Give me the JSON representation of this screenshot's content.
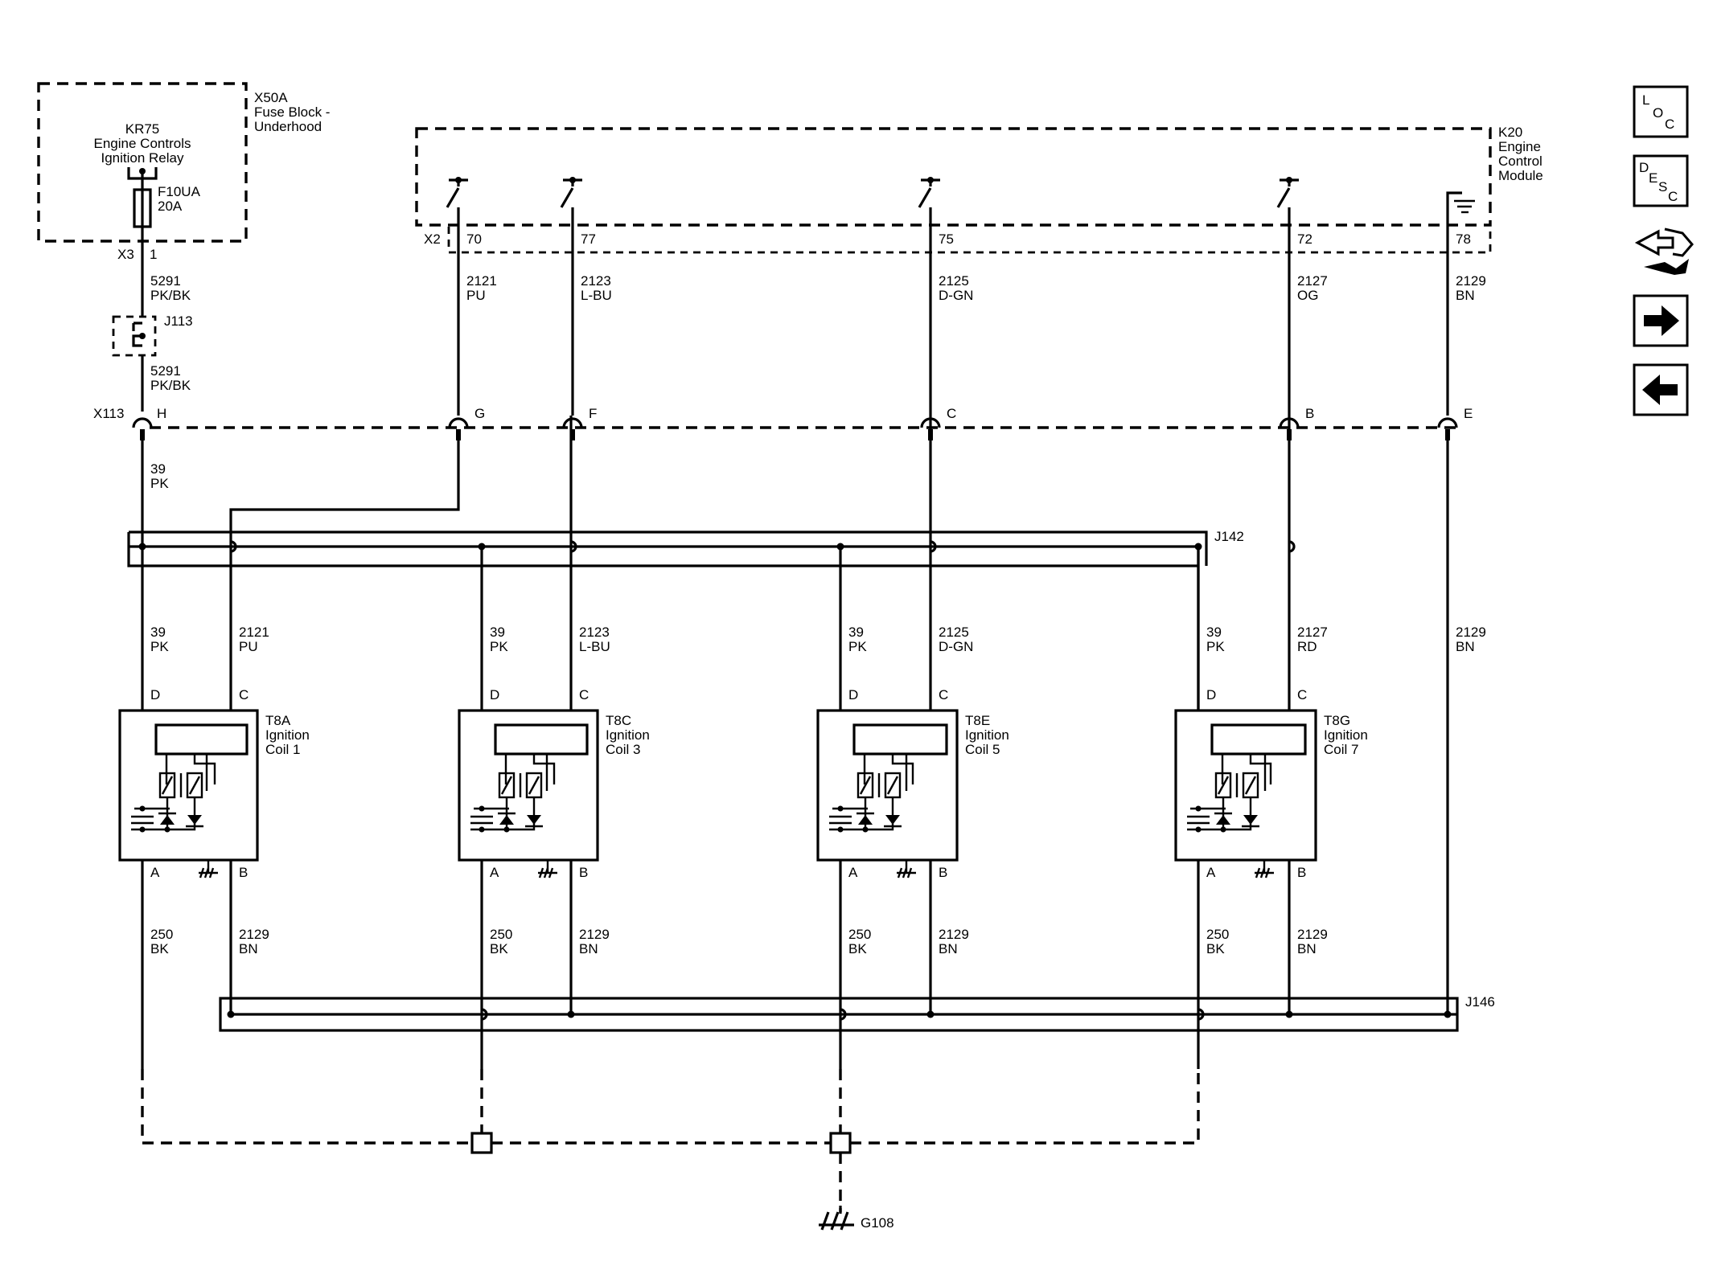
{
  "relay": {
    "ref": "KR75",
    "line1": "Engine Controls",
    "line2": "Ignition Relay"
  },
  "fuse": {
    "ref": "F10UA",
    "rating": "20A"
  },
  "fuse_block": {
    "ref": "X50A",
    "line1": "Fuse Block -",
    "line2": "Underhood"
  },
  "ecm": {
    "ref": "K20",
    "line1": "Engine",
    "line2": "Control",
    "line3": "Module"
  },
  "conn": {
    "x3": "X3",
    "x3_pin": "1",
    "x2": "X2",
    "x113": "X113",
    "j113": "J113",
    "j142": "J142",
    "j146": "J146",
    "ground": "G108"
  },
  "feed_wire": {
    "circuit": "5291",
    "color": "PK/BK"
  },
  "ecm_pins": [
    {
      "pin": "70",
      "circuit": "2121",
      "color": "PU",
      "x113_pin": "G"
    },
    {
      "pin": "77",
      "circuit": "2123",
      "color": "L-BU",
      "x113_pin": "F"
    },
    {
      "pin": "75",
      "circuit": "2125",
      "color": "D-GN",
      "x113_pin": "C"
    },
    {
      "pin": "72",
      "circuit": "2127",
      "color": "OG",
      "x113_pin": "B"
    },
    {
      "pin": "78",
      "circuit": "2129",
      "color": "BN",
      "x113_pin": "E"
    }
  ],
  "x113_feed_pin": "H",
  "power_wire": {
    "circuit": "39",
    "color": "PK"
  },
  "coils": [
    {
      "ref": "T8A",
      "line1": "Ignition",
      "line2": "Coil 1",
      "pin_d": "D",
      "pin_c": "C",
      "pin_a": "A",
      "pin_b": "B",
      "pwr_circuit": "39",
      "pwr_color": "PK",
      "sig_circuit": "2121",
      "sig_color": "PU",
      "gnd_circuit": "250",
      "gnd_color": "BK",
      "ref_circuit": "2129",
      "ref_color": "BN"
    },
    {
      "ref": "T8C",
      "line1": "Ignition",
      "line2": "Coil 3",
      "pin_d": "D",
      "pin_c": "C",
      "pin_a": "A",
      "pin_b": "B",
      "pwr_circuit": "39",
      "pwr_color": "PK",
      "sig_circuit": "2123",
      "sig_color": "L-BU",
      "gnd_circuit": "250",
      "gnd_color": "BK",
      "ref_circuit": "2129",
      "ref_color": "BN"
    },
    {
      "ref": "T8E",
      "line1": "Ignition",
      "line2": "Coil 5",
      "pin_d": "D",
      "pin_c": "C",
      "pin_a": "A",
      "pin_b": "B",
      "pwr_circuit": "39",
      "pwr_color": "PK",
      "sig_circuit": "2125",
      "sig_color": "D-GN",
      "gnd_circuit": "250",
      "gnd_color": "BK",
      "ref_circuit": "2129",
      "ref_color": "BN"
    },
    {
      "ref": "T8G",
      "line1": "Ignition",
      "line2": "Coil 7",
      "pin_d": "D",
      "pin_c": "C",
      "pin_a": "A",
      "pin_b": "B",
      "pwr_circuit": "39",
      "pwr_color": "PK",
      "sig_circuit": "2127",
      "sig_color": "RD",
      "gnd_circuit": "250",
      "gnd_color": "BK",
      "ref_circuit": "2129",
      "ref_color": "BN"
    }
  ],
  "right_ref_wire": {
    "circuit": "2129",
    "color": "BN"
  },
  "nav": {
    "loc": {
      "l": "L",
      "o": "O",
      "c": "C"
    },
    "desc": {
      "d": "D",
      "e": "E",
      "s": "S",
      "c": "C"
    },
    "connector_icon": "connector-wrench-icon",
    "next_icon": "arrow-right-icon",
    "prev_icon": "arrow-left-icon"
  }
}
